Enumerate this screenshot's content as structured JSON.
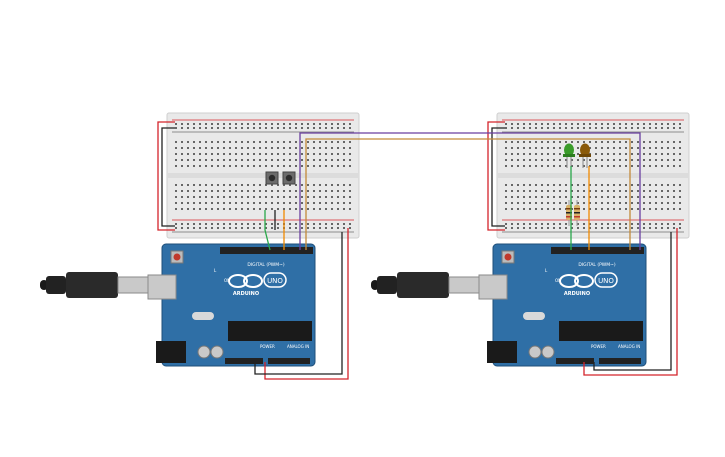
{
  "boards": [
    {
      "logo": "UNO",
      "brand": "ARDUINO",
      "digital_label": "DIGITAL (PWM~)",
      "power_label": "POWER",
      "analog_label": "ANALOG IN",
      "on_label": "ON",
      "tx_label": "TX",
      "rx_label": "RX",
      "l_label": "L"
    },
    {
      "logo": "UNO",
      "brand": "ARDUINO",
      "digital_label": "DIGITAL (PWM~)",
      "power_label": "POWER",
      "analog_label": "ANALOG IN",
      "on_label": "ON",
      "tx_label": "TX",
      "rx_label": "RX",
      "l_label": "L"
    }
  ],
  "colors": {
    "board": "#2f6fa6",
    "board_edge": "#1f4f7a",
    "breadboard": "#e9e9e9",
    "breadboard_gap": "#dcdcdc",
    "wire_red": "#d4242b",
    "wire_black": "#222222",
    "wire_purple": "#6a3fa0",
    "wire_orange": "#f08a00",
    "wire_green": "#2aa84a",
    "led_green": "#3a9c2a",
    "led_amber": "#8a5a0a"
  }
}
